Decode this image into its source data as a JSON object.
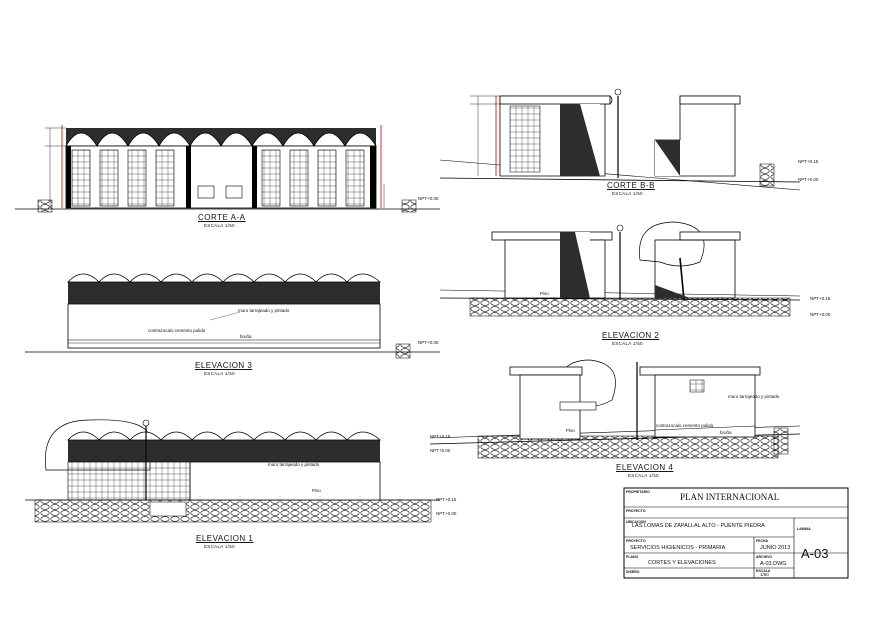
{
  "drawings": {
    "corte_aa": {
      "title": "CORTE A-A",
      "scale": "ESCALA 1/50",
      "level": "NPT+0.00"
    },
    "corte_bb": {
      "title": "CORTE B-B",
      "scale": "ESCALA 1/50",
      "level_top": "NPT+0.15",
      "level_bottom": "NPT+0.00"
    },
    "elevacion_3": {
      "title": "ELEVACION 3",
      "scale": "ESCALA 1/50",
      "note_1": "muro tarrajeado y pintado",
      "note_2": "contrazocalo cemento pulido",
      "note_3": "bruña",
      "level": "NPT+0.00"
    },
    "elevacion_2": {
      "title": "ELEVACION 2",
      "scale": "ESCALA 1/50",
      "note_piso": "Piso",
      "level_top": "NPT+0.15",
      "level_bottom": "NPT+0.00"
    },
    "elevacion_4": {
      "title": "ELEVACION 4",
      "scale": "ESCALA 1/50",
      "note_1": "muro tarrajeado y pintado",
      "note_2": "contrazocalo cemento pulido",
      "note_3": "bruña",
      "note_piso": "Piso",
      "level_top": "NPT+0.15",
      "level_bottom": "NPT+0.00"
    },
    "elevacion_1": {
      "title": "ELEVACION 1",
      "scale": "ESCALA 1/50",
      "note_1": "muro tarrajeado y pintado",
      "note_piso": "Piso",
      "level_top": "NPT+0.15",
      "level_bottom": "NPT+0.00"
    }
  },
  "title_block": {
    "label_propietario": "PROPIETARIO",
    "org": "PLAN INTERNACIONAL",
    "label_proyecto": "PROYECTO",
    "label_ubicacion": "UBICACION",
    "location": "LAS LOMAS DE ZAPALLAL ALTO - PUENTE PIEDRA",
    "label_lamina": "LAMINA",
    "label_contenido": "PROYECTO",
    "project": "SERVICIOS HIGIENICOS - PRIMARIA",
    "label_fecha": "FECHA",
    "date": "JUNIO 2013",
    "label_archivo": "ARCHIVO",
    "file": "A-03.DWG",
    "label_plano": "PLANO",
    "plan": "CORTES Y ELEVACIONES",
    "label_escala": "ESCALA",
    "scale": "1/50",
    "label_diseno": "DISEÑO",
    "sheet_number": "A-03"
  }
}
